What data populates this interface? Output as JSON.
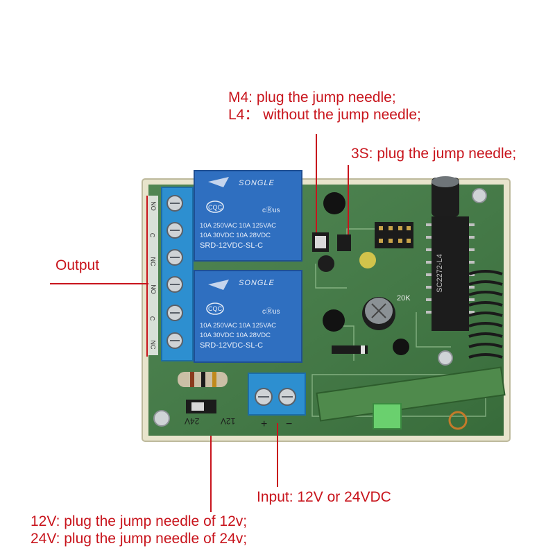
{
  "annotations": {
    "m4": "M4: plug the jump needle;",
    "l4": "L4： without the jump needle;",
    "s3": "3S: plug the jump needle;",
    "output": "Output",
    "input": "Input: 12V or 24VDC",
    "v12": "12V: plug the jump needle of 12v;",
    "v24": "24V: plug the jump needle of 24v;"
  },
  "relays": [
    {
      "brand": "SONGLE",
      "spec_line1": "10A 250VAC  10A 125VAC",
      "spec_line2": "10A   30VDC  10A   28VDC",
      "model": "SRD-12VDC-SL-C",
      "cert_left": "CQC",
      "cert_right": "cⓇus"
    },
    {
      "brand": "SONGLE",
      "spec_line1": "10A 250VAC  10A 125VAC",
      "spec_line2": "10A   30VDC  10A   28VDC",
      "model": "SRD-12VDC-SL-C",
      "cert_left": "CQC",
      "cert_right": "cⓇus"
    }
  ],
  "board_silkscreen": {
    "terminal_labels": [
      "NO",
      "C",
      "NC",
      "NO",
      "C",
      "NC"
    ],
    "jumper_12v": "12V",
    "jumper_24v": "24V",
    "plus": "+",
    "minus": "−",
    "chip": "SC2272-L4",
    "resistor": "20K"
  },
  "colors": {
    "annotation_red": "#c8141c",
    "pcb_green": "#3f7a42",
    "pcb_edge": "#e6e2c8",
    "relay_blue": "#2f6fc0",
    "terminal_blue": "#2d8fd0"
  }
}
